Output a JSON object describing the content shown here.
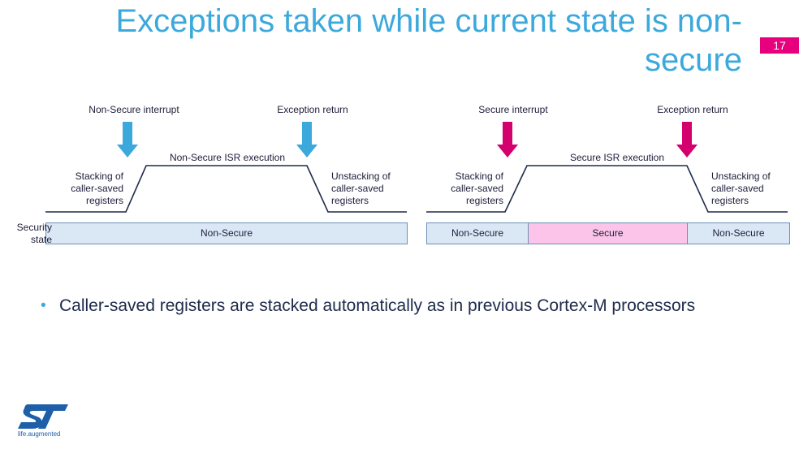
{
  "title": "Exceptions taken while current state is non-secure",
  "page_number": "17",
  "left_diagram": {
    "event_labels": {
      "entry": "Non-Secure interrupt",
      "exit": "Exception return"
    },
    "execution_label": "Non-Secure ISR execution",
    "stacking_lines": [
      "Stacking of",
      "caller-saved",
      "registers"
    ],
    "unstacking_lines": [
      "Unstacking of",
      "caller-saved",
      "registers"
    ],
    "security_state_lines": [
      "Security",
      "state"
    ],
    "states": [
      "Non-Secure"
    ],
    "arrow_color": "#3ca9dc"
  },
  "right_diagram": {
    "event_labels": {
      "entry": "Secure interrupt",
      "exit": "Exception return"
    },
    "execution_label": "Secure ISR execution",
    "stacking_lines": [
      "Stacking of",
      "caller-saved",
      "registers"
    ],
    "unstacking_lines": [
      "Unstacking of",
      "caller-saved",
      "registers"
    ],
    "states": [
      "Non-Secure",
      "Secure",
      "Non-Secure"
    ],
    "arrow_color": "#d4006e"
  },
  "colors": {
    "non_secure": "#dae8f6",
    "secure": "#fbc4e8",
    "accent": "#e6007e",
    "title": "#3ca9dc"
  },
  "bullet": "Caller-saved registers are stacked automatically as in previous Cortex-M processors",
  "logo": {
    "tagline": "life.augmented"
  }
}
